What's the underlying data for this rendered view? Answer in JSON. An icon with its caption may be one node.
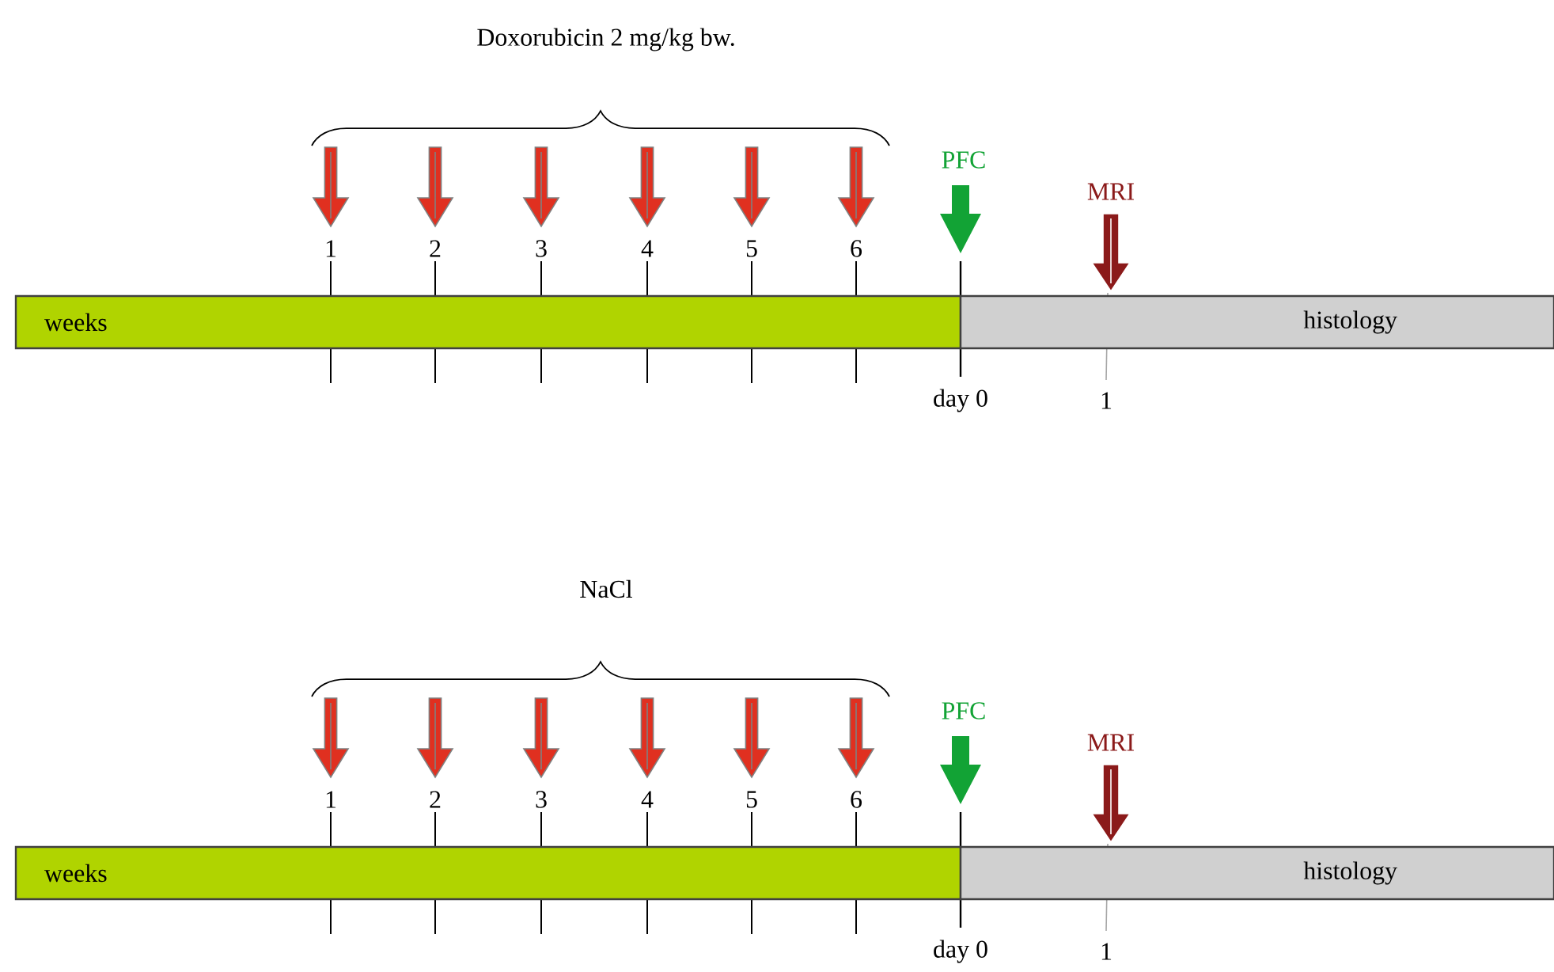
{
  "diagram": {
    "nodes": [
      {
        "text": [
          "weeks"
        ]
      },
      {
        "text": [
          "histology"
        ]
      },
      {
        "text": [
          "weeks"
        ]
      },
      {
        "text": [
          "histology"
        ]
      }
    ],
    "labels": [
      "Doxorubicin 2 mg/kg bw.",
      "PFC",
      "MRI",
      "1",
      "2",
      "3",
      "4",
      "5",
      "6",
      "day 0",
      "1",
      "NaCl",
      "PFC",
      "MRI",
      "1",
      "2",
      "3",
      "4",
      "5",
      "6",
      "day 0",
      "1"
    ]
  }
}
